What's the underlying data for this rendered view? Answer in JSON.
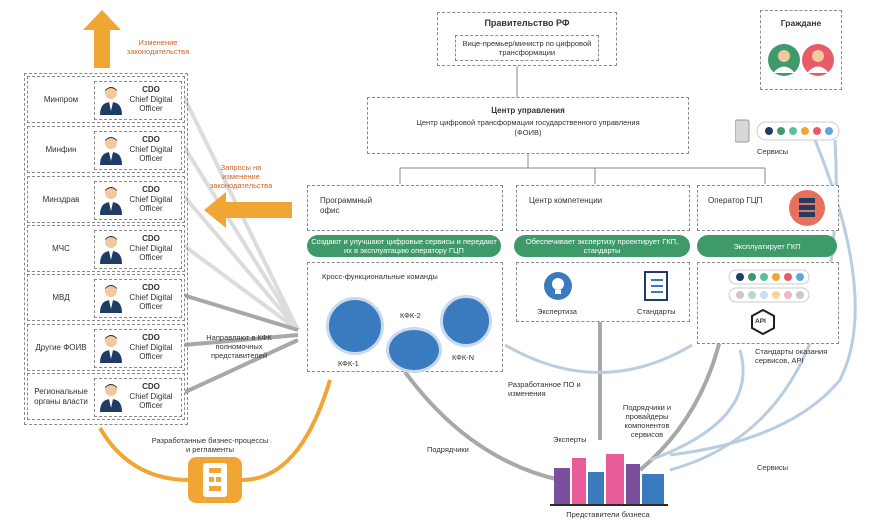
{
  "top_arrow_label": "Изменение законодательства",
  "requests_label": "Запросы на изменение законодательства",
  "ministries": [
    {
      "name": "Минпром"
    },
    {
      "name": "Минфин"
    },
    {
      "name": "Минздрав"
    },
    {
      "name": "МЧС"
    },
    {
      "name": "МВД"
    },
    {
      "name": "Другие ФОИВ"
    },
    {
      "name": "Региональные органы власти"
    }
  ],
  "cdo": {
    "title": "CDO",
    "subtitle": "Chief Digital Officer"
  },
  "send_label": "Направляют в КФК полномочных представителей",
  "business_processes_label": "Разработанные бизнес-процессы и регламенты",
  "government": {
    "title": "Правительство РФ",
    "sub": "Вице-премьер/министр по цифровой трансформации"
  },
  "control_center": {
    "title": "Центр управления",
    "sub": "Центр цифровой трансформации государственного управления (ФОИВ)"
  },
  "citizens": {
    "title": "Граждане"
  },
  "services_label": "Сервисы",
  "program_office": {
    "title": "Программный офис",
    "bar": "Создают и улучшают цифровые сервисы и передают их в эксплуатацию оператору ГЦП",
    "cross_title": "Кросс-функциональные команды",
    "teams": [
      "КФК-1",
      "КФК-2",
      "КФК-N"
    ]
  },
  "competence_center": {
    "title": "Центр компетенции",
    "bar": "Обеспечивает экспертизу проектирует ГКП, стандарты",
    "expertise": "Экспертиза",
    "standards": "Стандарты"
  },
  "operator": {
    "title": "Оператор ГЦП",
    "bar": "Эксплуатирует ГКП",
    "api": "API",
    "standards_label": "Стандарты оказания сервисов, API"
  },
  "developed_software_label": "Разработанное ПО и изменения",
  "contractors_label": "Подрядчики",
  "experts_label": "Эксперты",
  "providers_label": "Подрядчики и провайдеры компонентов сервисов",
  "business_reps_label": "Представители бизнеса",
  "services_bottom_label": "Сервисы",
  "colors": {
    "green": "#3f9a6a",
    "orange": "#f0a534",
    "blue_line": "#b9cde0",
    "gray_line": "#a8a8a8"
  }
}
